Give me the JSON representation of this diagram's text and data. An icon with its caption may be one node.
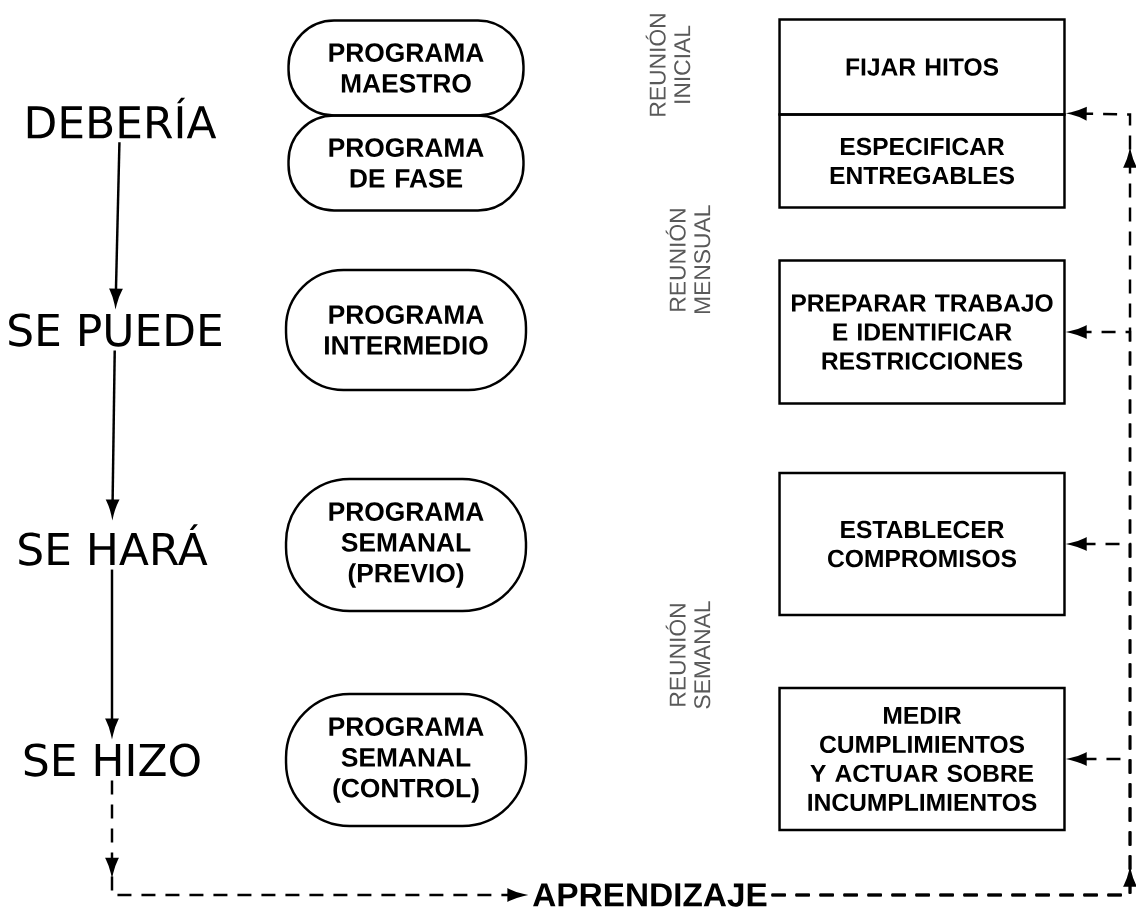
{
  "diagram": {
    "nodes": [
      {
        "text": [
          "DEBERÍA"
        ]
      },
      {
        "text": [
          "SE PUEDE"
        ]
      },
      {
        "text": [
          "SE HARÁ"
        ]
      },
      {
        "text": [
          "SE HIZO"
        ]
      },
      {
        "text": [
          "PROGRAMA MAESTRO"
        ]
      },
      {
        "text": [
          "PROGRAMA DE FASE"
        ]
      },
      {
        "text": [
          "PROGRAMA INTERMEDIO"
        ]
      },
      {
        "text": [
          "PROGRAMA SEMANAL (PREVIO)"
        ]
      },
      {
        "text": [
          "PROGRAMA SEMANAL (CONTROL)"
        ]
      },
      {
        "text": [
          "FIJAR HITOS"
        ]
      },
      {
        "text": [
          "ESPECIFICAR ENTREGABLES"
        ]
      },
      {
        "text": [
          "PREPARAR TRABAJO E IDENTIFICAR RESTRICCIONES"
        ]
      },
      {
        "text": [
          "ESTABLECER COMPROMISOS"
        ]
      },
      {
        "text": [
          "MEDIR CUMPLIMIENTOS Y ACTUAR SOBRE INCUMPLIMIENTOS"
        ]
      },
      {
        "text": [
          "APRENDIZAJE"
        ]
      }
    ],
    "edges": [
      {
        "from": 0,
        "to": 1,
        "arrow": "to"
      },
      {
        "from": 1,
        "to": 2,
        "arrow": "to"
      },
      {
        "from": 2,
        "to": 3,
        "arrow": "to"
      },
      {
        "from": 3,
        "to": 14,
        "arrow": "to",
        "style": "dashed"
      },
      {
        "from": 14,
        "to": 10,
        "arrow": "to",
        "style": "dashed"
      },
      {
        "from": 14,
        "to": 11,
        "arrow": "to",
        "style": "dashed"
      },
      {
        "from": 14,
        "to": 12,
        "arrow": "to",
        "style": "dashed"
      },
      {
        "from": 14,
        "to": 13,
        "arrow": "to",
        "style": "dashed"
      }
    ],
    "labels": [
      "REUNIÓN INICIAL",
      "REUNIÓN MENSUAL",
      "REUNIÓN SEMANAL"
    ]
  }
}
